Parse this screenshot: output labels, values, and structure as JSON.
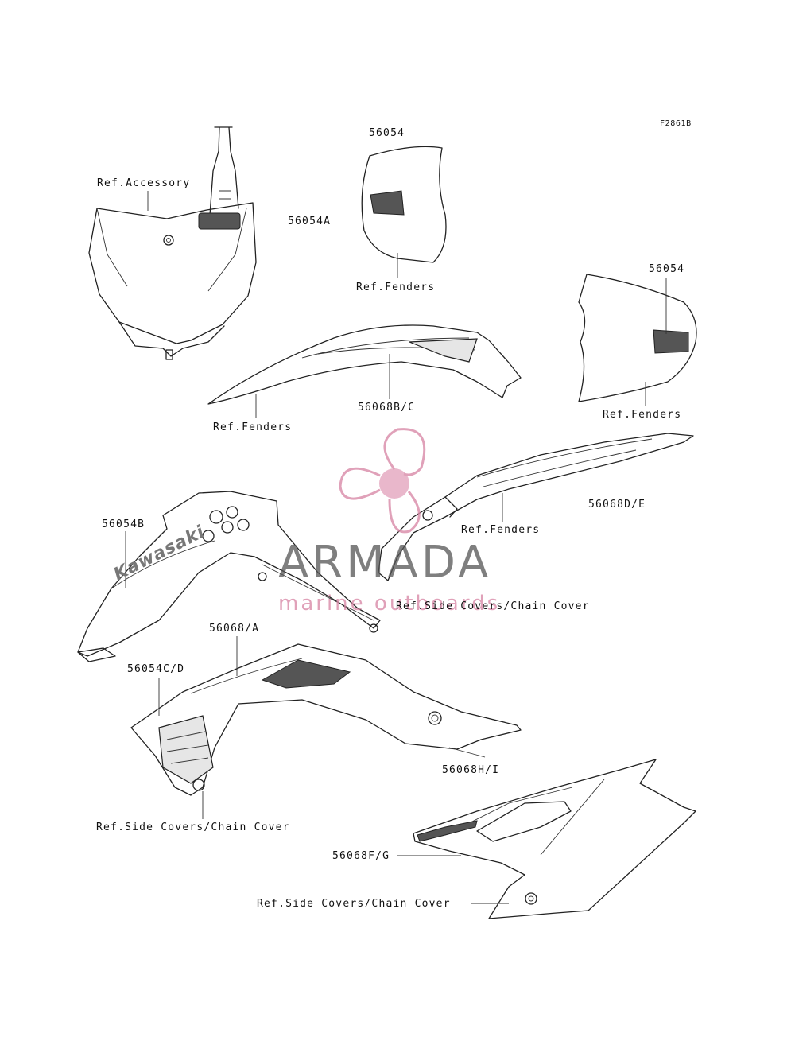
{
  "figure_code": "F2861B",
  "labels": {
    "ref_accessory": "Ref.Accessory",
    "p56054_top": "56054",
    "p56054a": "56054A",
    "ref_fenders_1": "Ref.Fenders",
    "p56054_right": "56054",
    "p56068bc": "56068B/C",
    "ref_fenders_2": "Ref.Fenders",
    "ref_fenders_3": "Ref.Fenders",
    "p56054b": "56054B",
    "p56068de": "56068D/E",
    "ref_fenders_4": "Ref.Fenders",
    "ref_side_covers_1": "Ref.Side Covers/Chain Cover",
    "p56068a": "56068/A",
    "p56054cd": "56054C/D",
    "p56068hi": "56068H/I",
    "ref_side_covers_2": "Ref.Side Covers/Chain Cover",
    "p56068fg": "56068F/G",
    "ref_side_covers_3": "Ref.Side Covers/Chain Cover"
  },
  "decal_text": {
    "kawasaki": "Kawasaki"
  },
  "watermark": {
    "brand": "ARMADA",
    "tagline": "marine outboards",
    "logo_icon": "propeller-icon",
    "logo_color": "#d98aa8"
  }
}
